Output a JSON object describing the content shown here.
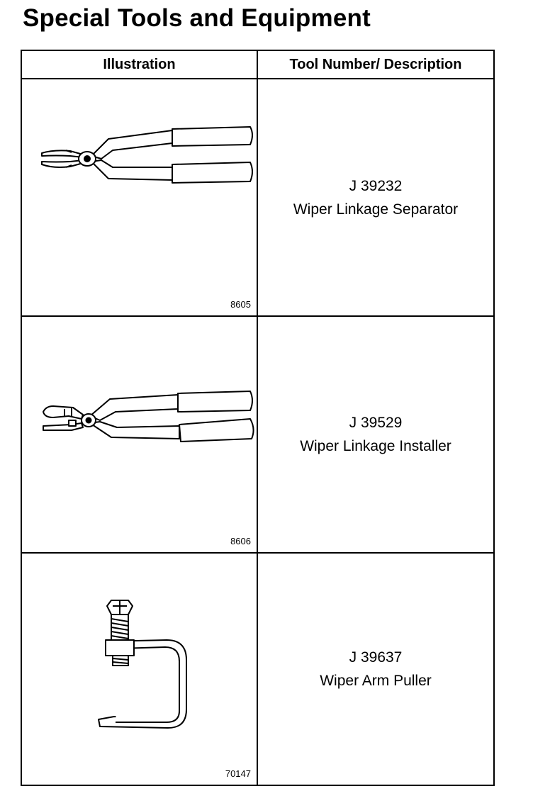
{
  "page": {
    "title": "Special Tools and Equipment"
  },
  "table": {
    "headers": {
      "illustration": "Illustration",
      "description": "Tool Number/ Description"
    },
    "rows": [
      {
        "figure_number": "8605",
        "tool_number": "J 39232",
        "description": "Wiper Linkage Separator",
        "icon": "separator-pliers-icon"
      },
      {
        "figure_number": "8606",
        "tool_number": "J 39529",
        "description": "Wiper Linkage Installer",
        "icon": "installer-pliers-icon"
      },
      {
        "figure_number": "70147",
        "tool_number": "J 39637",
        "description": "Wiper Arm Puller",
        "icon": "c-clamp-puller-icon"
      }
    ]
  }
}
